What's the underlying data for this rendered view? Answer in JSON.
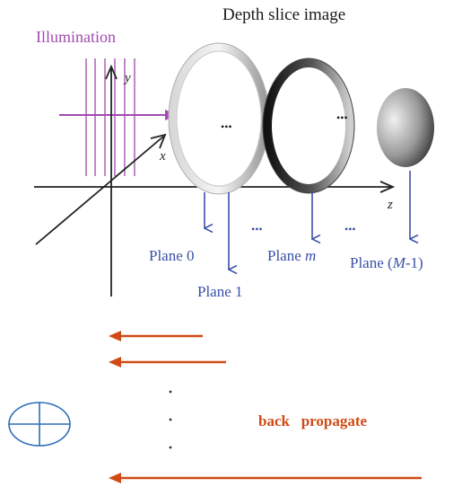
{
  "title": "Depth slice image",
  "illumination_label": "Illumination",
  "axes": {
    "x": "x",
    "y": "y",
    "z": "z"
  },
  "ellipsis": "•••",
  "planes": {
    "plane_0": "Plane 0",
    "plane_1": "Plane 1",
    "plane_m_prefix": "Plane ",
    "plane_m_var": "m",
    "plane_last_prefix": "Plane (",
    "plane_last_var": "M",
    "plane_last_suffix": "-1)"
  },
  "back_propagate": "back   propagate",
  "colors": {
    "illumination": "#a24bb0",
    "planes": "#3a4fa8",
    "arrows": "#d04a16",
    "symbol": "#2a6fb8",
    "axes": "#222222"
  }
}
